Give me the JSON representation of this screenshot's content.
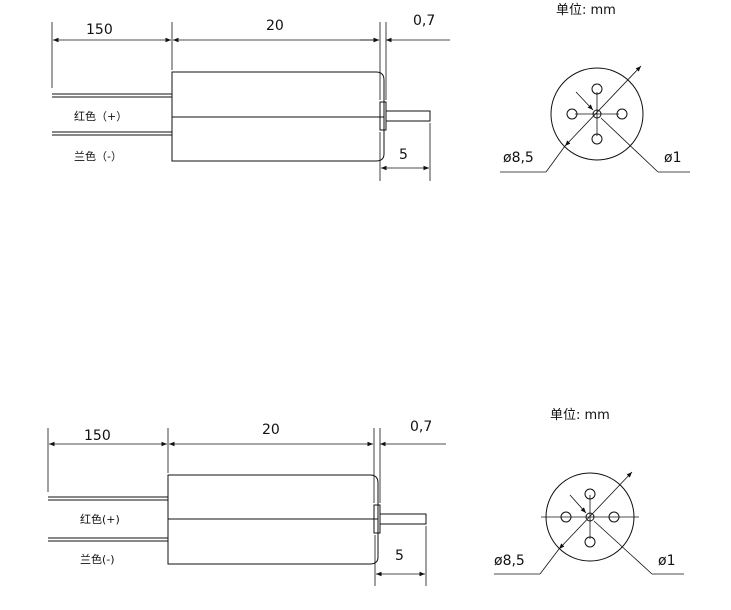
{
  "drawings": [
    {
      "dim_lead": "150",
      "dim_body": "20",
      "dim_gap": "0,7",
      "dim_shaft": "5",
      "wire_pos": "红色（+）",
      "wire_neg": "兰色（-）",
      "unit": "单位: mm",
      "dia_body": "ø8,5",
      "dia_shaft": "ø1"
    },
    {
      "dim_lead": "150",
      "dim_body": "20",
      "dim_gap": "0,7",
      "dim_shaft": "5",
      "wire_pos": "红色(+)",
      "wire_neg": "兰色(-)",
      "unit": "单位: mm",
      "dia_body": "ø8,5",
      "dia_shaft": "ø1"
    }
  ]
}
